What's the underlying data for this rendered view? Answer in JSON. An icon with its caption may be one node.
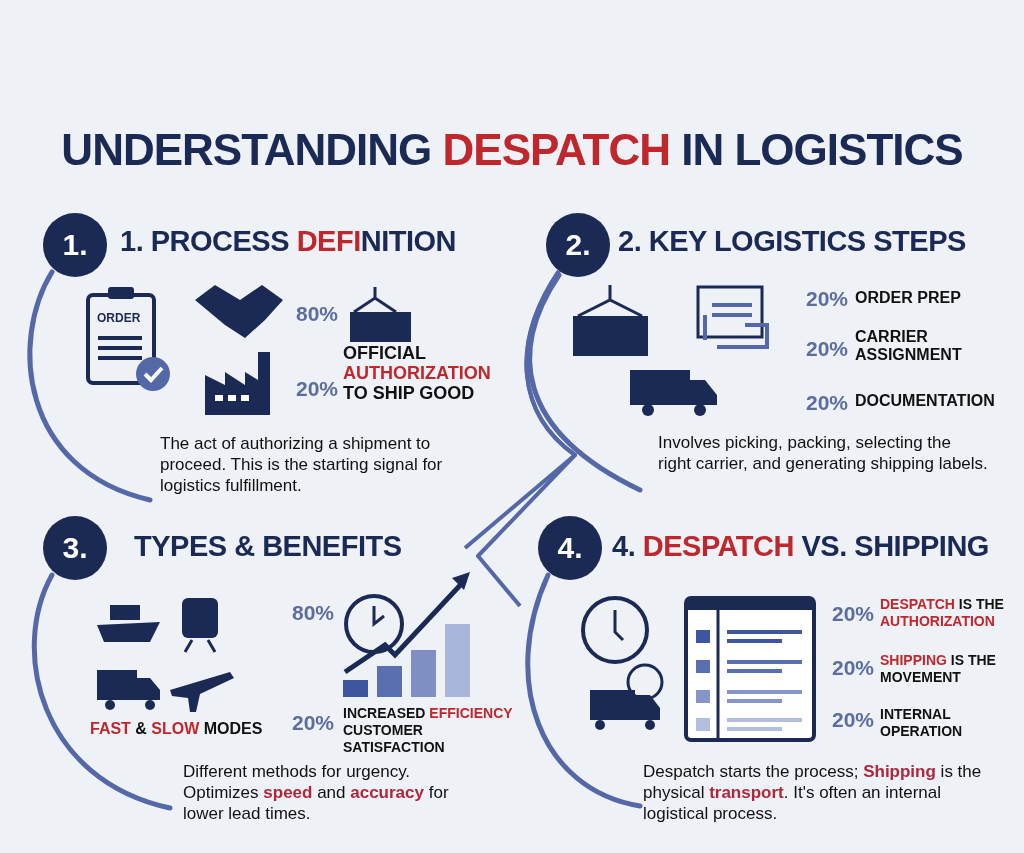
{
  "diagram": {
    "title": "UNDERSTANDING **DESPATCH** IN LOGISTICS",
    "nodes": [
      {
        "text": [
          "1. PROCESS **DEFI**NITION",
          "The act of authorizing a shipment to proceed. This is the starting signal for logistics fulfillment."
        ]
      },
      {
        "text": [
          "1."
        ],
        "in": 0
      },
      {
        "text": [
          "2. KEY LOGISTICS STEPS",
          "Involves picking, packing, selecting the right carrier, and generating shipping labels."
        ]
      },
      {
        "text": [
          "2."
        ],
        "in": 2
      },
      {
        "text": [
          "TYPES & BENEFITS",
          "Different methods for urgency. Optimizes **speed** and **accuracy** for lower lead times."
        ]
      },
      {
        "text": [
          "3."
        ],
        "in": 4
      },
      {
        "text": [
          "4. **DESPATCH** VS. SHIPPING",
          "Despatch starts the process; **Shipping** is the physical **transport**. It's often an internal logistical process."
        ]
      },
      {
        "text": [
          "4."
        ],
        "in": 6
      }
    ],
    "edges": [
      {
        "from": 3,
        "to": 4,
        "arrow": "none"
      },
      {
        "from": 3,
        "to": 6,
        "arrow": "none"
      }
    ],
    "labels": [
      "ORDER",
      "80%",
      "OFFICIAL **AUTHORIZATION** TO SHIP GOOD",
      "20%",
      "20%",
      "ORDER PREP",
      "20%",
      "CARRIER ASSIGNMENT",
      "20%",
      "DOCUMENTATION",
      "80%",
      "**FAST** & **SLOW** MODES",
      "20%",
      "INCREASED **EFFICIENCY** CUSTOMER SATISFACTION",
      "20%",
      "**DESPATCH** IS THE **AUTHORIZATION**",
      "20%",
      "**SHIPPING** IS THE MOVEMENT",
      "20%",
      "INTERNAL OPERATION"
    ]
  }
}
